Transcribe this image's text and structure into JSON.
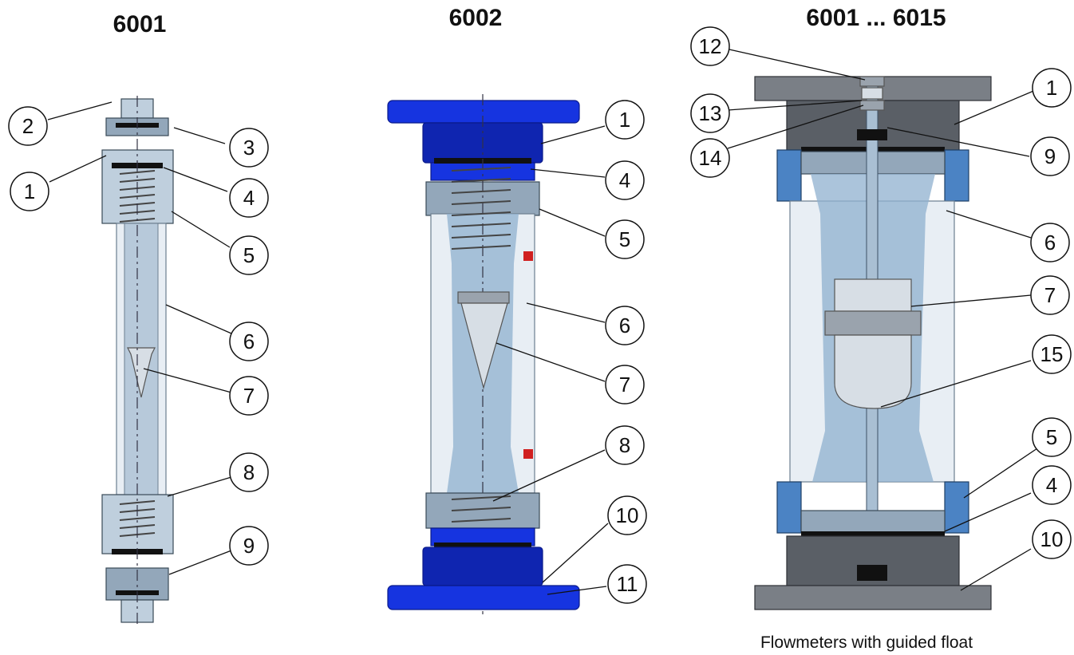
{
  "panels": [
    {
      "title": "6001"
    },
    {
      "title": "6002"
    },
    {
      "title": "6001 ... 6015"
    }
  ],
  "callouts": {
    "p1": [
      "2",
      "3",
      "1",
      "4",
      "5",
      "6",
      "7",
      "8",
      "9"
    ],
    "p2": [
      "1",
      "4",
      "5",
      "6",
      "7",
      "8",
      "10",
      "11"
    ],
    "p3": [
      "12",
      "13",
      "14",
      "1",
      "9",
      "6",
      "7",
      "15",
      "5",
      "4",
      "10"
    ]
  },
  "caption": "Flowmeters with guided float"
}
